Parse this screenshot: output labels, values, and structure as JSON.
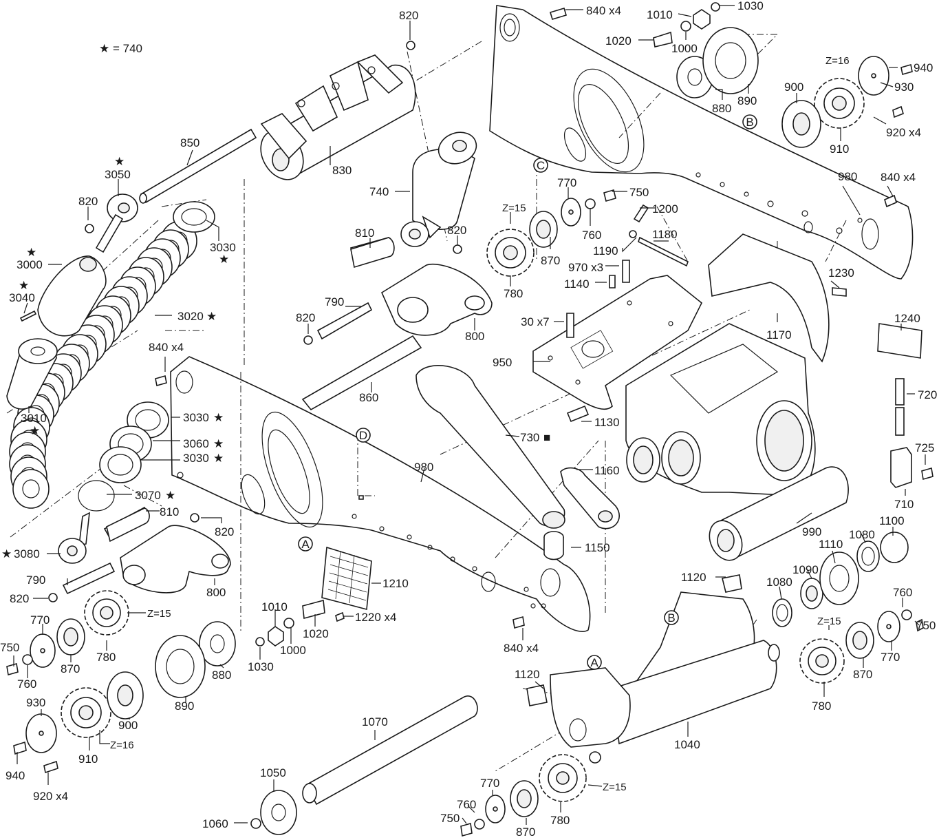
{
  "legend": {
    "star_note": "★ = 740"
  },
  "callouts": {
    "c820a": "820",
    "c840a": "840 x4",
    "c1010a": "1010",
    "c1030a": "1030",
    "c1020a": "1020",
    "c1000a": "1000",
    "c890a": "890",
    "c880a": "880",
    "cz16a": "Z=16",
    "c940a": "940",
    "c930a": "930",
    "c900a": "900",
    "c910a": "910",
    "c920a": "920 x4",
    "c850": "850",
    "c830": "830",
    "c3050": "3050",
    "c820b": "820",
    "c3030a": "3030",
    "c3000": "3000",
    "c3040": "3040",
    "c3020": "3020",
    "c3010": "3010",
    "c740": "740",
    "c770a": "770",
    "c750a": "750",
    "c1200": "1200",
    "cz15a": "Z=15",
    "c820c": "820",
    "c810a": "810",
    "c760a": "760",
    "c870a": "870",
    "c1180": "1180",
    "c1190": "1190",
    "c970": "970 x3",
    "c1140": "1140",
    "c780a": "780",
    "c790a": "790",
    "c820d": "820",
    "c800a": "800",
    "c30": "30 x7",
    "c980a": "980",
    "c840b": "840 x4",
    "c1230": "1230",
    "c1240": "1240",
    "c1170": "1170",
    "c950": "950",
    "c840c": "840 x4",
    "c3030b": "3030",
    "c3060": "3060",
    "c3030c": "3030",
    "c860": "860",
    "c1130": "1130",
    "c720": "720",
    "c730": "730",
    "c725": "725",
    "c3070": "3070",
    "c810b": "810",
    "c980b": "980",
    "c1160": "1160",
    "c710": "710",
    "c990": "990",
    "c1100": "1100",
    "c3080": "3080",
    "c820e": "820",
    "c1080a": "1080",
    "c1110": "1110",
    "c790b": "790",
    "c800b": "800",
    "c1150": "1150",
    "c1090": "1090",
    "c1120a": "1120",
    "c1080b": "1080",
    "c820f": "820",
    "c1210": "1210",
    "cz15b": "Z=15",
    "c760b": "760",
    "c1010b": "1010",
    "c1220": "1220 x4",
    "c750b": "750",
    "c770b": "770",
    "c780b": "780",
    "c1020b": "1020",
    "c1000b": "1000",
    "c870b": "870",
    "c750c": "750",
    "c760c": "760",
    "c1030b": "1030",
    "c880b": "880",
    "c840d": "840 x4",
    "cz15c": "Z=15",
    "c870c": "870",
    "c770c": "770",
    "c890b": "890",
    "c1120b": "1120",
    "c780c": "780",
    "c930b": "930",
    "c900b": "900",
    "cz16b": "Z=16",
    "c910b": "910",
    "c1070": "1070",
    "c1040": "1040",
    "c940b": "940",
    "c920b": "920 x4",
    "c1050": "1050",
    "c770d": "770",
    "c760d": "760",
    "cz15d": "Z=15",
    "c1060": "1060",
    "c750d": "750",
    "c870d": "870",
    "c780d": "780"
  },
  "reference_markers": {
    "a1": "A",
    "a2": "A",
    "b1": "B",
    "b2": "B",
    "c": "C",
    "d": "D"
  },
  "symbols": {
    "star": "★",
    "square": "■"
  },
  "icons": {
    "gear": "spur-gear-icon",
    "bearing": "bearing-icon",
    "bolt": "bolt-icon",
    "washer": "washer-icon",
    "nut": "nut-icon"
  },
  "line_color": "#1a1a1a",
  "background": "#ffffff"
}
